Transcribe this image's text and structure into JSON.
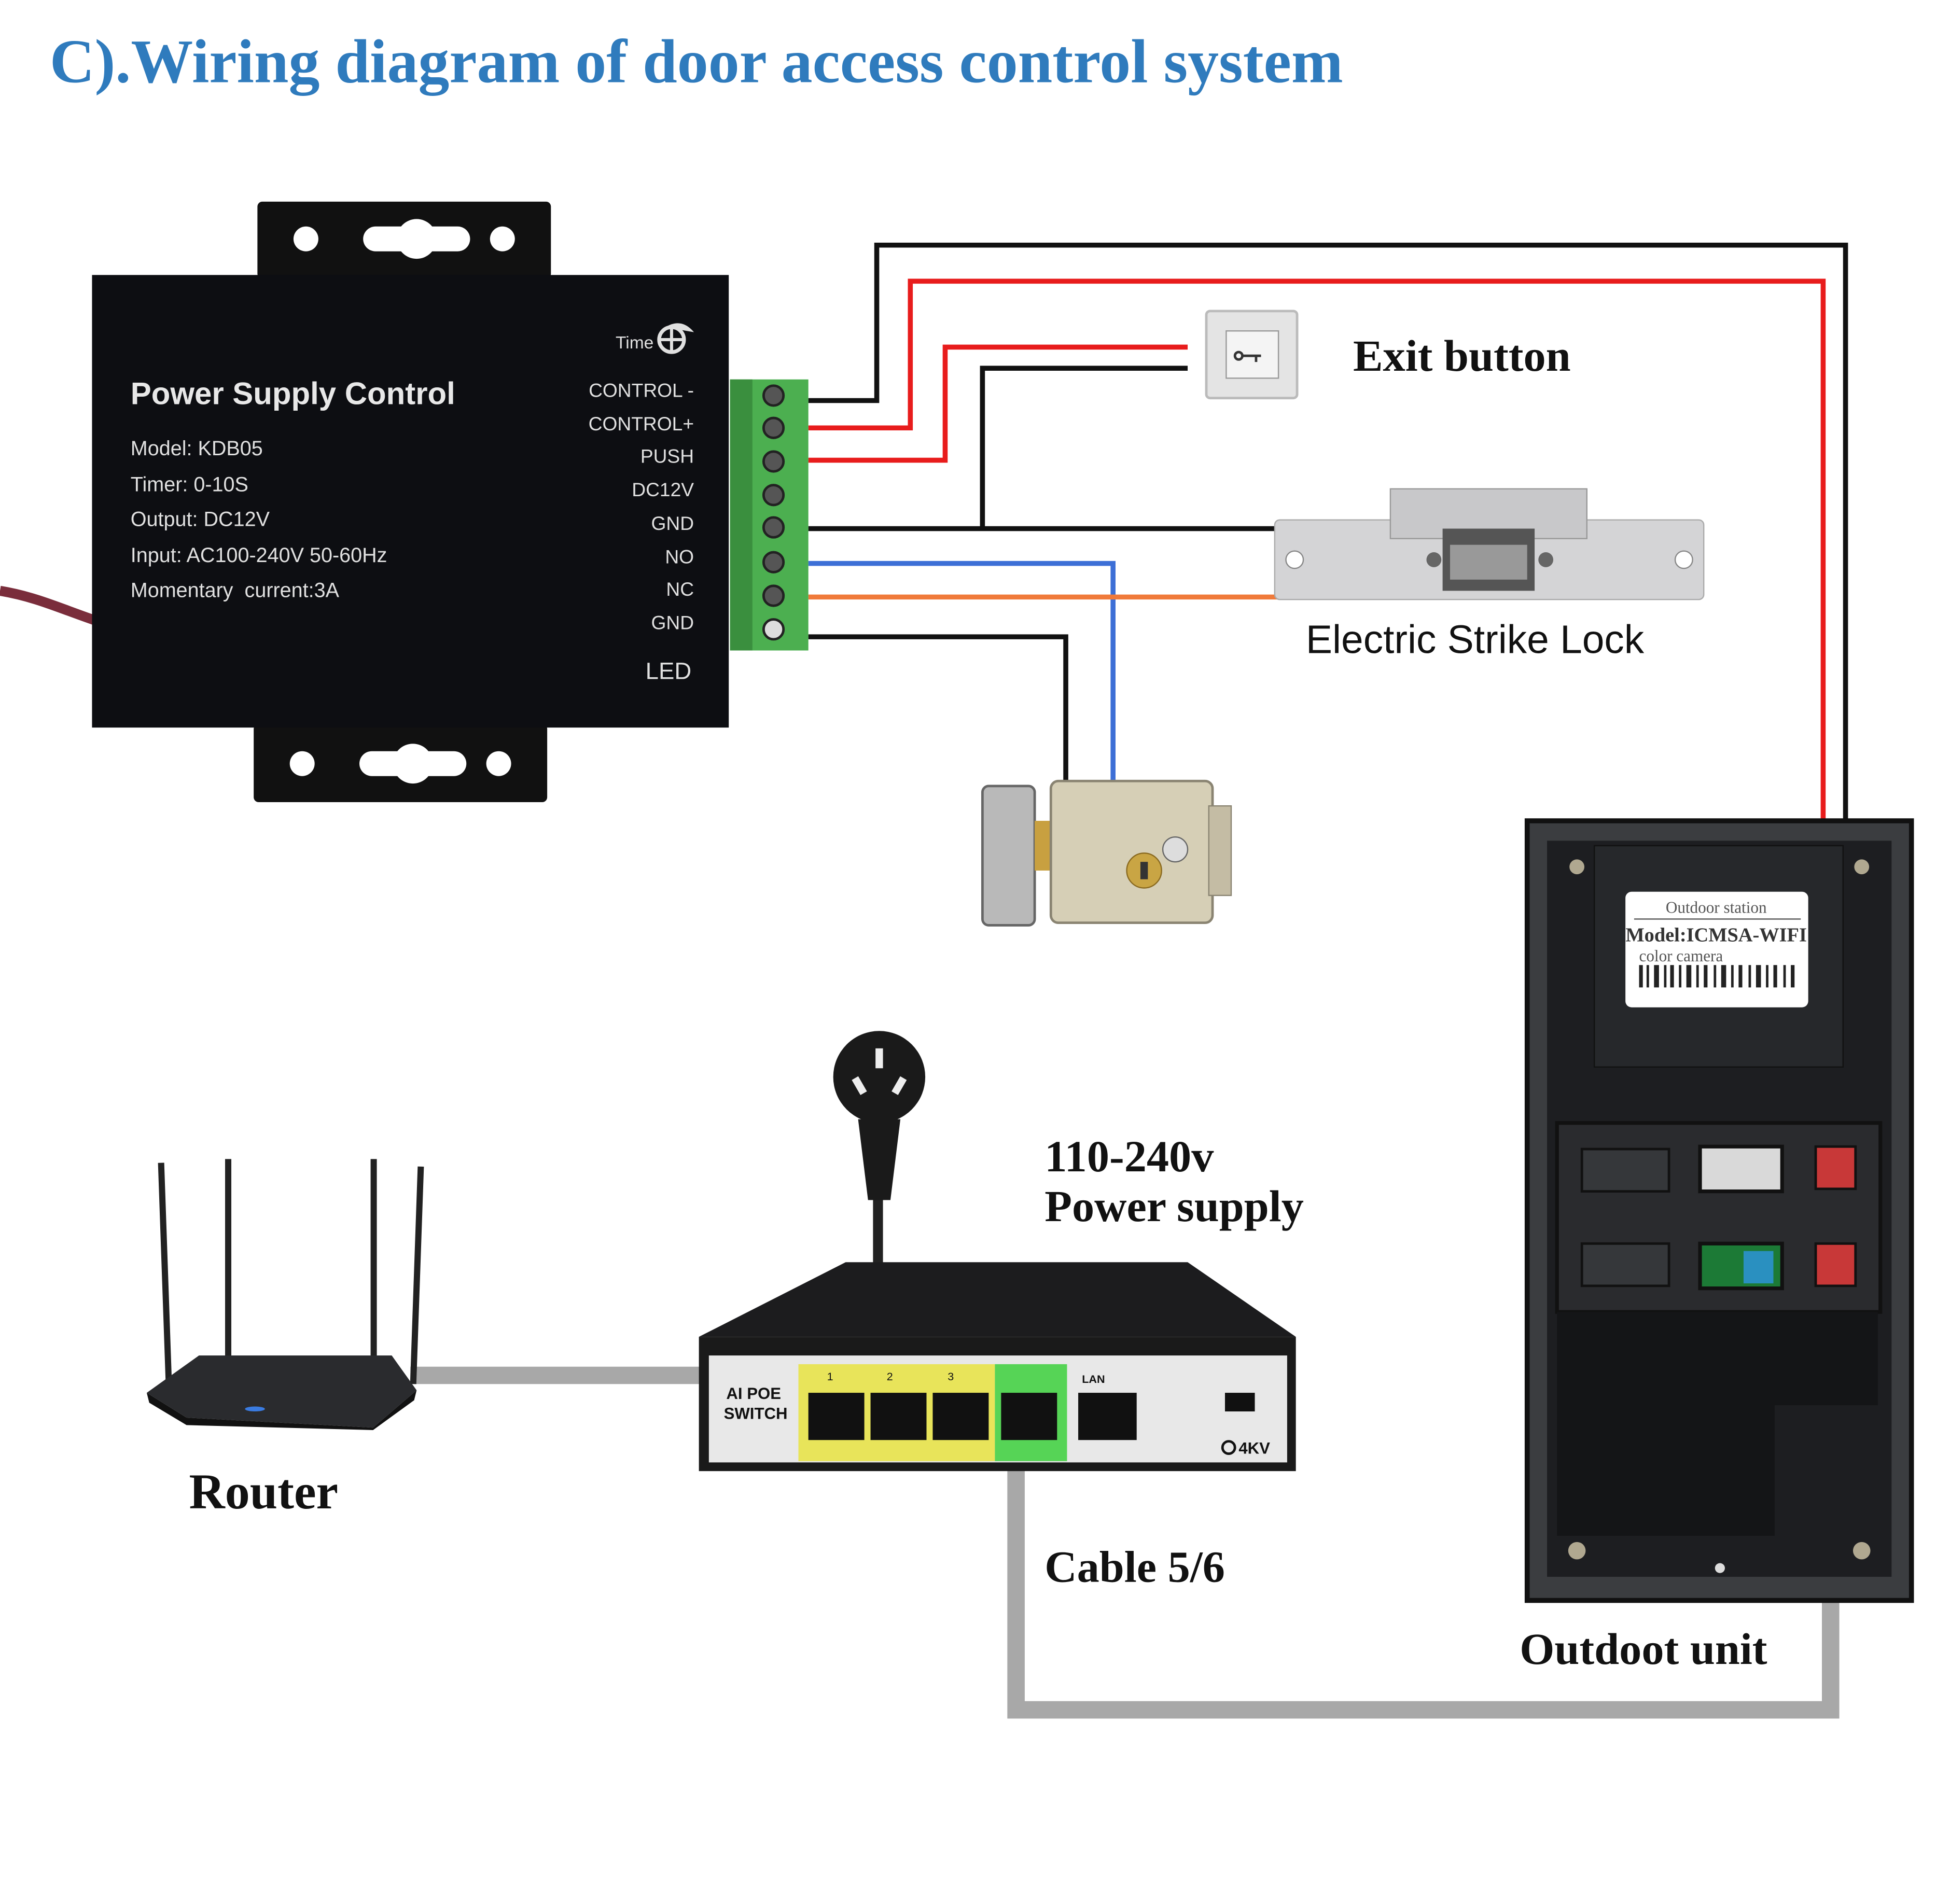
{
  "title": "C).Wiring diagram of door access control system",
  "colors": {
    "title": "#2f7bbd",
    "wire_red": "#e81c1c",
    "wire_black": "#111111",
    "wire_blue": "#3d6fd6",
    "wire_orange": "#f07a3a",
    "ethernet_cable": "#a8a8a8",
    "terminal_green": "#4caf50"
  },
  "power_supply": {
    "title": "Power Supply Control",
    "specs": [
      "Model: KDB05",
      "Timer: 0-10S",
      "Output: DC12V",
      "Input: AC100-240V 50-60Hz",
      "Momentary  current:3A"
    ],
    "time_label": "Time",
    "terminals": [
      "CONTROL -",
      "CONTROL+",
      "PUSH",
      "DC12V",
      "GND",
      "NO",
      "NC",
      "GND"
    ],
    "led_label": "LED"
  },
  "labels": {
    "exit_button": "Exit button",
    "strike_lock": "Electric Strike Lock",
    "power_line1": "110-240v",
    "power_line2": "Power supply",
    "router": "Router",
    "cable": "Cable 5/6",
    "outdoor_unit": "Outdoot unit"
  },
  "outdoor_station_sticker": {
    "line1": "Outdoor station",
    "line2": "Model:ICMSA-WIFI",
    "line3": "color camera"
  },
  "poe_switch": {
    "brand_line1": "AI POE",
    "brand_line2": "SWITCH",
    "port_numbers": [
      "1",
      "2",
      "3"
    ],
    "lan_label": "LAN",
    "surge_label": "4KV"
  }
}
